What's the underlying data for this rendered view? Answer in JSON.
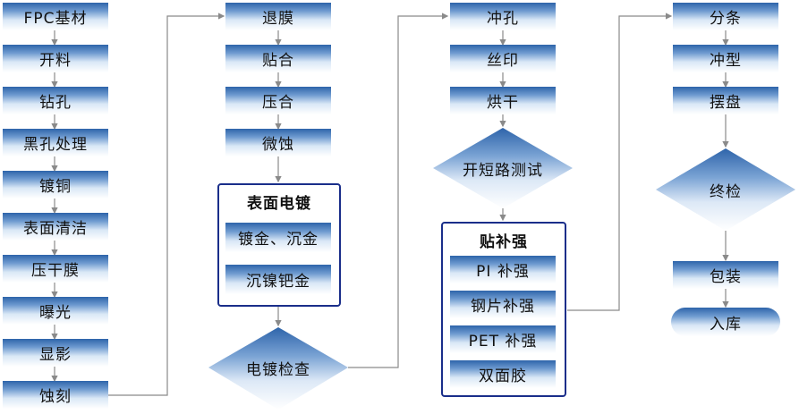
{
  "columns": [
    {
      "steps": [
        "FPC基材",
        "开料",
        "钻孔",
        "黑孔处理",
        "镀铜",
        "表面清洁",
        "压干膜",
        "曝光",
        "显影",
        "蚀刻"
      ]
    },
    {
      "steps": [
        "退膜",
        "贴合",
        "压合",
        "微蚀"
      ],
      "group": {
        "title": "表面电镀",
        "items": [
          "镀金、沉金",
          "沉镍钯金"
        ]
      },
      "decision": "电镀检查"
    },
    {
      "steps": [
        "冲孔",
        "丝印",
        "烘干"
      ],
      "decision": "开短路测试",
      "group": {
        "title": "贴补强",
        "items": [
          "PI 补强",
          "钢片补强",
          "PET 补强",
          "双面胶"
        ]
      }
    },
    {
      "steps": [
        "分条",
        "冲型",
        "摆盘"
      ],
      "decision": "终检",
      "after_steps": [
        "包装"
      ],
      "terminal": "入库"
    }
  ],
  "colors": {
    "box_top": "#2e64aa",
    "box_bottom": "#ffffff",
    "group_border": "#1a2e8a",
    "connector": "#8a8a8a"
  }
}
